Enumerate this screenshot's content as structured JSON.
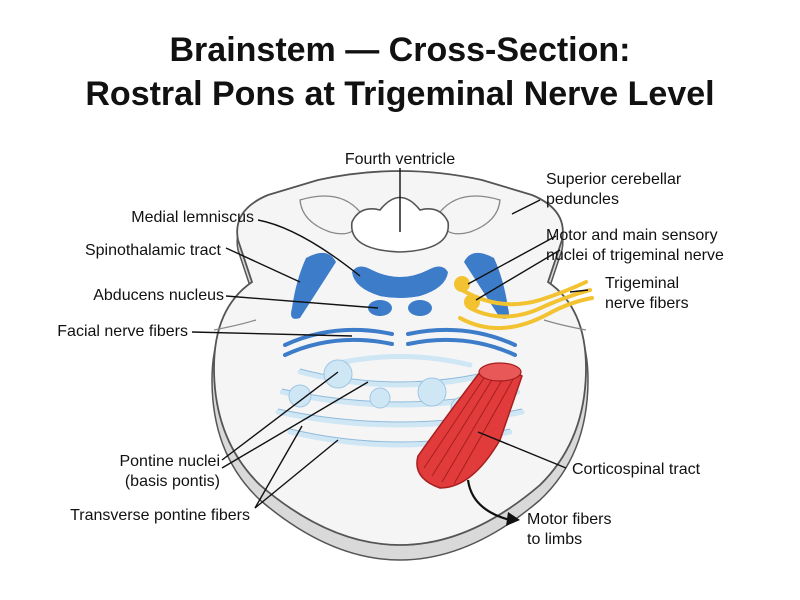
{
  "title": {
    "line1": "Brainstem — Cross-Section:",
    "line2": "Rostral Pons at Trigeminal Nerve Level"
  },
  "labels": {
    "fourth_ventricle": "Fourth ventricle",
    "superior_cerebellar_peduncles": [
      "Superior cerebellar",
      "peduncles"
    ],
    "medial_lemniscus": "Medial lemniscus",
    "spinothalamic_tract": "Spinothalamic tract",
    "motor_sensory_nuclei": [
      "Motor and main sensory",
      "nuclei of trigeminal nerve"
    ],
    "trigeminal_nerve_fibers": [
      "Trigeminal",
      "nerve fibers"
    ],
    "abducens_nucleus": "Abducens nucleus",
    "facial_nerve_fibers": "Facial nerve fibers",
    "pontine_nuclei": [
      "Pontine nuclei",
      "(basis pontis)"
    ],
    "transverse_pontine_fibers": "Transverse pontine fibers",
    "corticospinal_tract": "Corticospinal tract",
    "motor_fibers": [
      "Motor fibers",
      "to limbs"
    ]
  },
  "colors": {
    "tract_blue": "#3d7cc9",
    "pontine_light_blue": "#cfe6f5",
    "trigeminal_yellow": "#f2c230",
    "corticospinal_red": "#e23b3b",
    "outline": "#555555",
    "tissue": "#f4f4f4"
  }
}
